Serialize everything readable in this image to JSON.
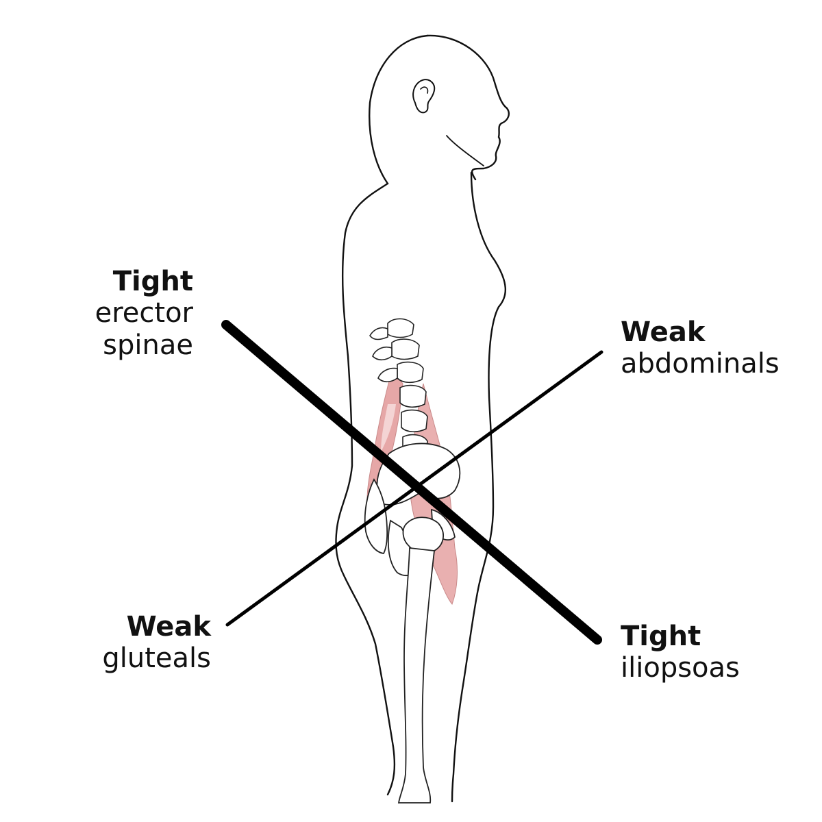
{
  "labels": {
    "upper_left": {
      "status": "Tight",
      "muscle_line1": "erector",
      "muscle_line2": "spinae"
    },
    "upper_right": {
      "status": "Weak",
      "muscle_line1": "abdominals"
    },
    "lower_left": {
      "status": "Weak",
      "muscle_line1": "gluteals"
    },
    "lower_right": {
      "status": "Tight",
      "muscle_line1": "iliopsoas"
    }
  },
  "colors": {
    "outline": "#111111",
    "muscle": "#e3a3a3",
    "muscle_light": "#f1cccc",
    "bone_fill": "#ffffff",
    "line": "#000000"
  }
}
